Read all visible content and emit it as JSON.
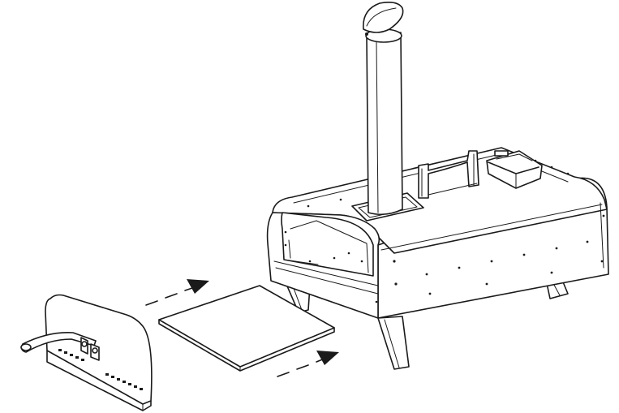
{
  "figure": {
    "kind": "assembly-instruction-illustration",
    "colors": {
      "line": "#1a1a1a",
      "background": "#ffffff"
    },
    "parts": [
      "pizza-oven-body",
      "chimney-pipe",
      "chimney-cap",
      "carry-handle",
      "gas-burner-box",
      "oven-legs",
      "pizza-stone",
      "oven-door",
      "door-handle"
    ],
    "arrows": [
      {
        "from": "oven-door",
        "to": "oven-mouth",
        "style": "dashed"
      },
      {
        "from": "pizza-stone",
        "to": "oven-mouth",
        "style": "dashed"
      }
    ]
  }
}
